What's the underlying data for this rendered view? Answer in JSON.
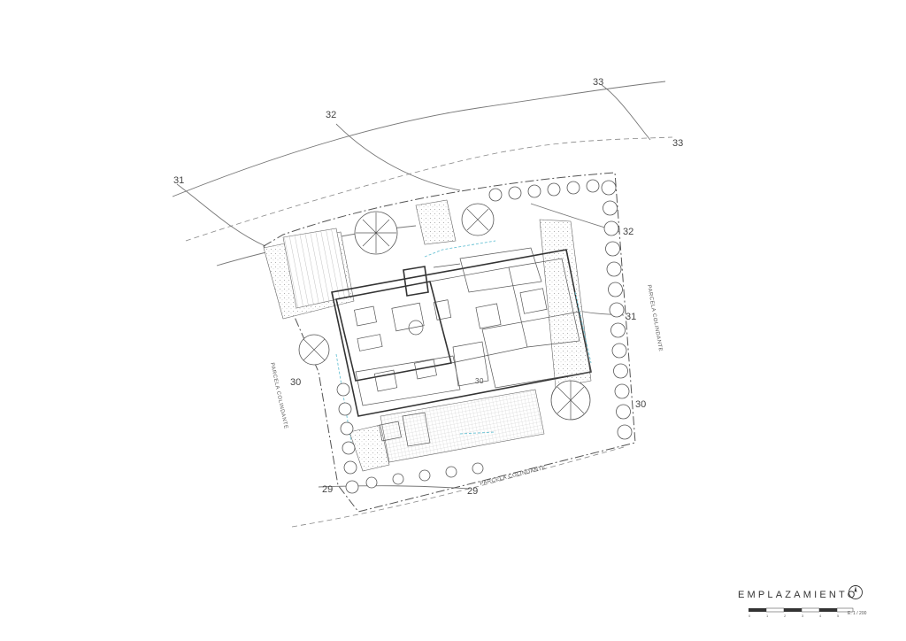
{
  "contour_labels": {
    "c33_top": "33",
    "c33_right": "33",
    "c32_top": "32",
    "c32_right": "32",
    "c31_left": "31",
    "c31_right": "31",
    "c30_left": "30",
    "c30_right": "30",
    "c30_center": "30",
    "c29_left": "29",
    "c29_bottom": "29"
  },
  "boundary_labels": {
    "left": "PARCELA COLINDANTE",
    "right": "PARCELA COLINDANTE",
    "bottom": "PARCELA COLINDANTE"
  },
  "title_block": {
    "title": "EMPLAZAMIENTO",
    "scale": "E: 1 / 200",
    "ticks": [
      "0",
      "1",
      "2",
      "3",
      "4",
      "5"
    ]
  },
  "icons": {
    "north": "north-arrow-icon"
  }
}
